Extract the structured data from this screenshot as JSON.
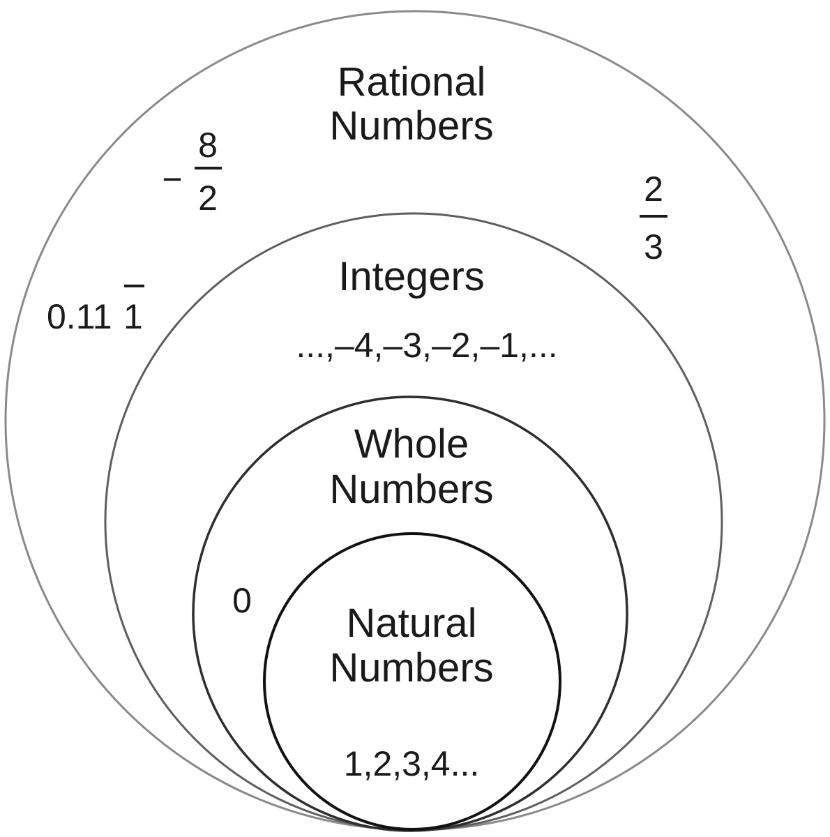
{
  "sets": {
    "rational": {
      "title_line1": "Rational",
      "title_line2": "Numbers",
      "examples": {
        "neg_frac_sign": "−",
        "neg_frac_num": "8",
        "neg_frac_den": "2",
        "pos_frac_num": "2",
        "pos_frac_den": "3",
        "repeating_prefix": "0.11",
        "repeating_digit": "1"
      }
    },
    "integers": {
      "title": "Integers",
      "examples": "...,–4,–3,–2,–1,..."
    },
    "whole": {
      "title_line1": "Whole",
      "title_line2": "Numbers",
      "examples": "0"
    },
    "natural": {
      "title_line1": "Natural",
      "title_line2": "Numbers",
      "examples": "1,2,3,4..."
    }
  },
  "colors": {
    "outer_circle": "#8a8a8a",
    "integers_circle": "#5e5e5e",
    "whole_circle": "#2e2e2e",
    "natural_circle": "#111111",
    "text": "#1a1a1a"
  }
}
